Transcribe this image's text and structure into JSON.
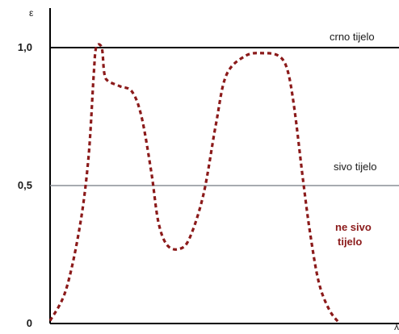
{
  "chart_data": {
    "type": "line",
    "ylabel": "ε",
    "xlabel": "λ",
    "ylim": [
      0,
      1.15
    ],
    "yticks": [
      {
        "value": 0,
        "label": "0"
      },
      {
        "value": 0.5,
        "label": "0,5"
      },
      {
        "value": 1.0,
        "label": "1,0"
      }
    ],
    "grid": false,
    "series": [
      {
        "name": "crno tijelo",
        "style": "solid",
        "color": "#000000",
        "y": 1.0
      },
      {
        "name": "sivo tijelo",
        "style": "solid",
        "color": "#8a8f96",
        "y": 0.5
      },
      {
        "name": "ne sivo tijelo",
        "style": "dotted",
        "color": "#8b1a1a",
        "points": [
          [
            0.0,
            0.01
          ],
          [
            0.045,
            0.12
          ],
          [
            0.085,
            0.35
          ],
          [
            0.11,
            0.6
          ],
          [
            0.125,
            0.9
          ],
          [
            0.132,
            1.0
          ],
          [
            0.148,
            1.0
          ],
          [
            0.155,
            0.91
          ],
          [
            0.165,
            0.88
          ],
          [
            0.2,
            0.86
          ],
          [
            0.235,
            0.84
          ],
          [
            0.262,
            0.75
          ],
          [
            0.29,
            0.55
          ],
          [
            0.31,
            0.37
          ],
          [
            0.335,
            0.285
          ],
          [
            0.37,
            0.27
          ],
          [
            0.4,
            0.31
          ],
          [
            0.44,
            0.47
          ],
          [
            0.475,
            0.72
          ],
          [
            0.505,
            0.9
          ],
          [
            0.56,
            0.97
          ],
          [
            0.61,
            0.98
          ],
          [
            0.655,
            0.97
          ],
          [
            0.68,
            0.92
          ],
          [
            0.7,
            0.78
          ],
          [
            0.725,
            0.52
          ],
          [
            0.745,
            0.33
          ],
          [
            0.77,
            0.15
          ],
          [
            0.8,
            0.05
          ],
          [
            0.83,
            0.0
          ]
        ]
      }
    ]
  },
  "labels": {
    "black_body": "crno tijelo",
    "grey_body": "sivo tijelo",
    "non_grey_line1": "ne sivo",
    "non_grey_line2": "tijelo"
  }
}
